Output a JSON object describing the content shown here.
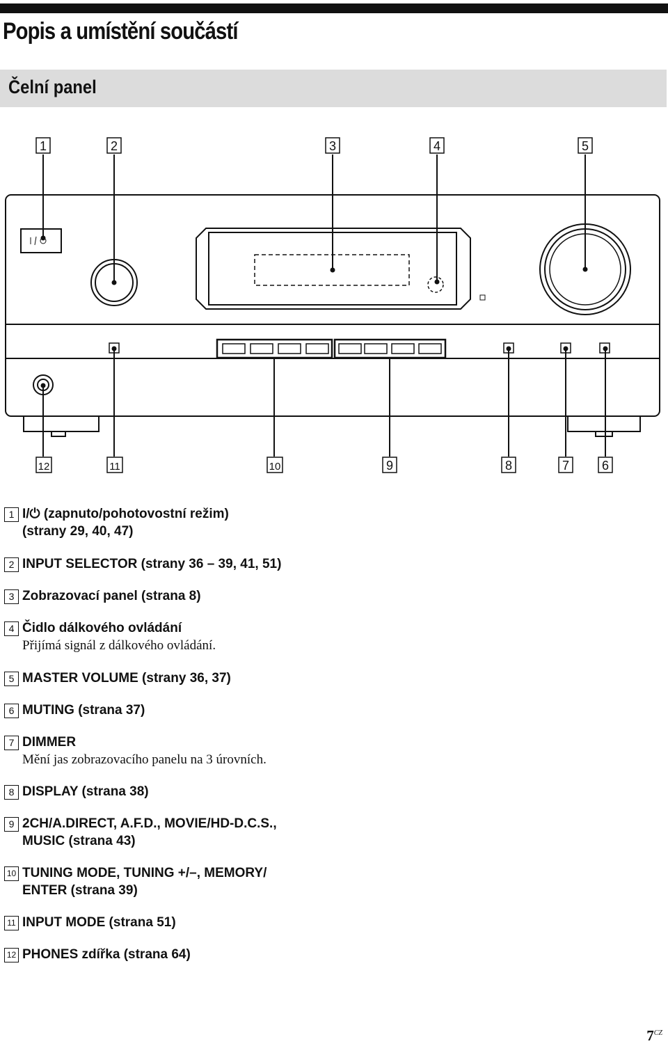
{
  "page_title": "Popis a umístění součástí",
  "section_title": "Čelní panel",
  "callout_numbers": [
    "1",
    "2",
    "3",
    "4",
    "5",
    "6",
    "7",
    "8",
    "9",
    "10",
    "11",
    "12"
  ],
  "items": [
    {
      "num": "1",
      "label": "I/⏻ (zapnuto/pohotovostní režim)",
      "label2": "(strany 29, 40, 47)",
      "desc": ""
    },
    {
      "num": "2",
      "label": "INPUT SELECTOR (strany 36 – 39, 41, 51)",
      "label2": "",
      "desc": ""
    },
    {
      "num": "3",
      "label": "Zobrazovací panel (strana 8)",
      "label2": "",
      "desc": ""
    },
    {
      "num": "4",
      "label": "Čidlo dálkového ovládání",
      "label2": "",
      "desc": "Přijímá signál z dálkového ovládání."
    },
    {
      "num": "5",
      "label": "MASTER VOLUME (strany 36, 37)",
      "label2": "",
      "desc": ""
    },
    {
      "num": "6",
      "label": "MUTING (strana 37)",
      "label2": "",
      "desc": ""
    },
    {
      "num": "7",
      "label": "DIMMER",
      "label2": "",
      "desc": "Mění jas zobrazovacího panelu na 3 úrovních."
    },
    {
      "num": "8",
      "label": "DISPLAY (strana 38)",
      "label2": "",
      "desc": ""
    },
    {
      "num": "9",
      "label": "2CH/A.DIRECT, A.F.D., MOVIE/HD-D.C.S.,",
      "label2": "MUSIC (strana 43)",
      "desc": ""
    },
    {
      "num": "10",
      "label": "TUNING MODE, TUNING +/–, MEMORY/",
      "label2": "ENTER (strana 39)",
      "desc": ""
    },
    {
      "num": "11",
      "label": "INPUT MODE (strana 51)",
      "label2": "",
      "desc": ""
    },
    {
      "num": "12",
      "label": "PHONES zdířka (strana 64)",
      "label2": "",
      "desc": ""
    }
  ],
  "page_number": {
    "number": "7",
    "suffix": "CZ"
  }
}
